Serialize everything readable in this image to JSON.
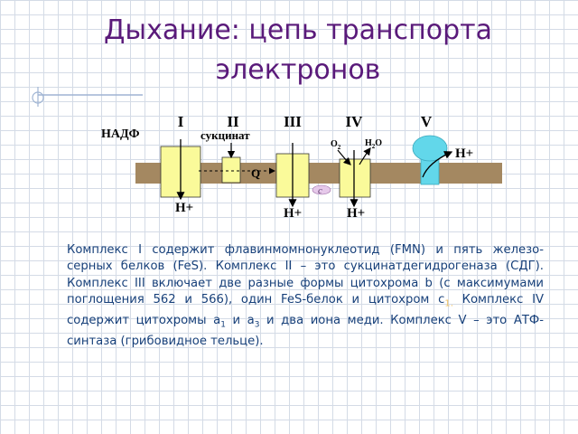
{
  "title": {
    "line1": "Дыхание: цепь транспорта",
    "line2": "электронов"
  },
  "diagram": {
    "complex_numerals": [
      "I",
      "II",
      "III",
      "IV",
      "V"
    ],
    "nadf": "НАДФ",
    "succinate": "сукцинат",
    "q": "Q",
    "cyt_c": "c",
    "o2_o": "O",
    "o2_sub": "2",
    "h2o_h": "H",
    "h2o_sub": "2",
    "h2o_o": "O",
    "h_plus": "H+",
    "colors": {
      "membrane": "#a48861",
      "complex_fill": "#fafa9a",
      "atp_synthase": "#62d7ea",
      "title": "#5a1a7a",
      "body_text": "#17407a"
    }
  },
  "paragraph": {
    "s1": "Комплекс I содержит флавинмомнонуклеотид (FMN) и пять железо-серных белков (FeS). Комплекс II – это сукцинатдегидрогеназа (СДГ). Комплекс III включает две разные формы цитохрома b (с максимумами поглощения 562 и 566), один FeS-белок и цитохром с",
    "c1_sub": "1.",
    "s2": " Комплекс IV содержит цитохромы а",
    "a1_sub": "1",
    "s3": " и а",
    "a3_sub": "3",
    "s4": " и два иона меди. Комплекс V – это АТФ-синтаза (грибовидное тельце)."
  }
}
